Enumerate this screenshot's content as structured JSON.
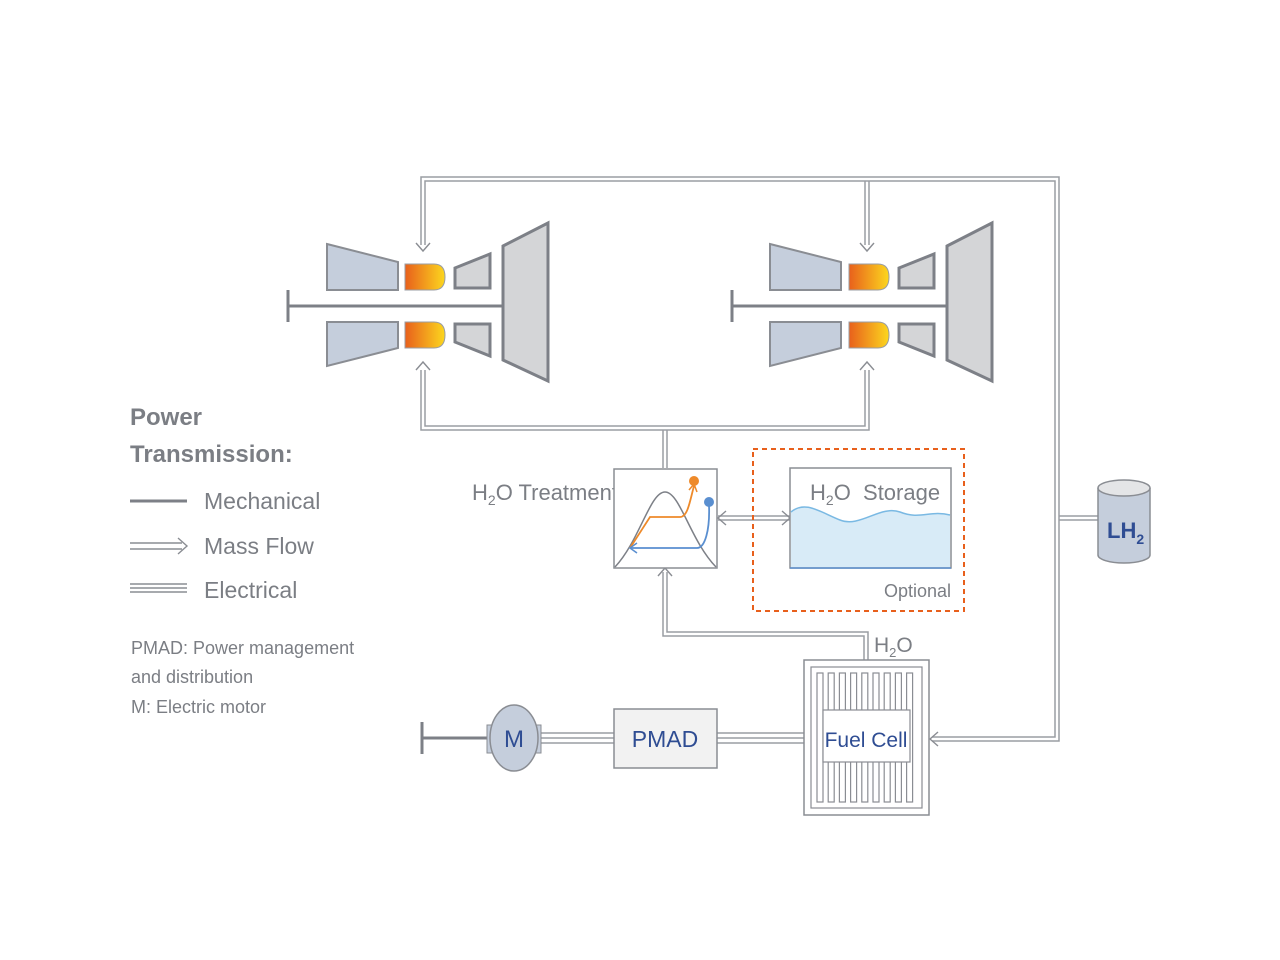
{
  "legend": {
    "title_line1": "Power",
    "title_line2": "Transmission:",
    "items": [
      {
        "type": "mechanical",
        "label": "Mechanical"
      },
      {
        "type": "mass-flow",
        "label": "Mass Flow"
      },
      {
        "type": "electrical",
        "label": "Electrical"
      }
    ],
    "notes": [
      "PMAD: Power management",
      "and distribution",
      "M: Electric motor"
    ]
  },
  "components": {
    "h2o_treatment": {
      "label_prefix": "H",
      "label_sub": "2",
      "label_suffix": "O Treatment"
    },
    "h2o_storage": {
      "label_prefix": "H",
      "label_sub": "2",
      "label_suffix": "O  Storage",
      "note": "Optional"
    },
    "lh2_tank": {
      "label_prefix": "LH",
      "label_sub": "2"
    },
    "fuel_cell": {
      "label": "Fuel Cell",
      "output_prefix": "H",
      "output_sub": "2",
      "output_suffix": "O"
    },
    "pmad": {
      "label": "PMAD"
    },
    "motor": {
      "label": "M"
    },
    "engines": [
      {
        "name": "left-gas-turbine"
      },
      {
        "name": "right-gas-turbine"
      }
    ]
  },
  "colors": {
    "line_gray": "#8a8d93",
    "compressor_fill": "#c5cedc",
    "turbine_fill": "#d4d5d7",
    "combustor_start": "#e8601c",
    "combustor_end": "#fcd71e",
    "optional_border": "#e8601c",
    "water_fill": "#d8ebf7",
    "water_line": "#7ab9e3",
    "label_blue": "#2f4d93",
    "orange_curve": "#ee8a2a",
    "blue_curve": "#5a8fd0"
  }
}
